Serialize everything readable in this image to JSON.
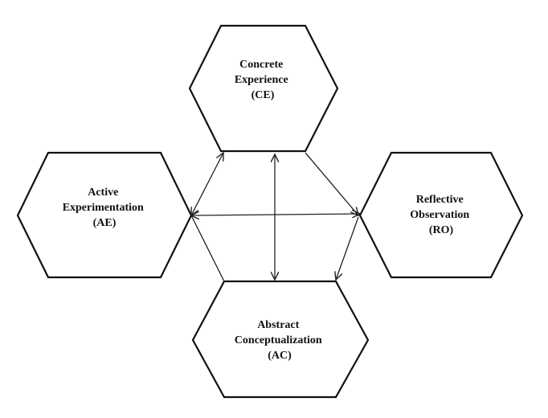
{
  "nodes": {
    "ce": {
      "lines": [
        "Concrete",
        "Experience",
        "(CE)"
      ]
    },
    "ro": {
      "lines": [
        "Reflective",
        "Observation",
        "(RO)"
      ]
    },
    "ac": {
      "lines": [
        "Abstract",
        "Conceptualization",
        "(AC)"
      ]
    },
    "ae": {
      "lines": [
        "Active",
        "Experimentation",
        "(AE)"
      ]
    }
  }
}
